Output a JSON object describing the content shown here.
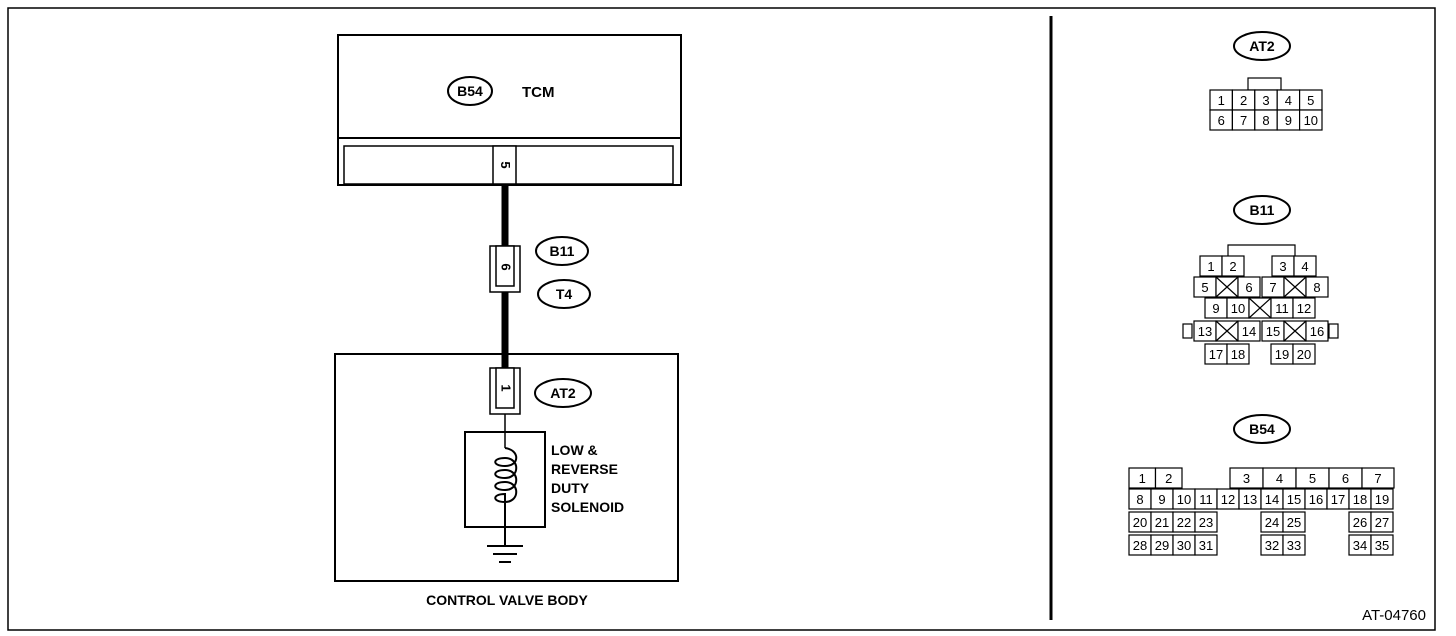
{
  "diagram_id": "AT-04760",
  "tcm": {
    "connector": "B54",
    "label": "TCM",
    "pin": "5"
  },
  "harness": {
    "connector": "B11",
    "alt_connector": "T4",
    "pin": "6"
  },
  "control_valve_body": {
    "label": "CONTROL VALVE BODY",
    "connector": "AT2",
    "pin": "1",
    "solenoid_lines": [
      "LOW &",
      "REVERSE",
      "DUTY",
      "SOLENOID"
    ]
  },
  "connector_views": {
    "at2": {
      "label": "AT2",
      "rows": [
        [
          "1",
          "2",
          "3",
          "4",
          "5"
        ],
        [
          "6",
          "7",
          "8",
          "9",
          "10"
        ]
      ]
    },
    "b11": {
      "label": "B11",
      "pins": [
        "1",
        "2",
        "3",
        "4",
        "5",
        "6",
        "7",
        "8",
        "9",
        "10",
        "11",
        "12",
        "13",
        "14",
        "15",
        "16",
        "17",
        "18",
        "19",
        "20"
      ]
    },
    "b54": {
      "label": "B54",
      "row1": [
        "1",
        "2",
        "3",
        "4",
        "5",
        "6",
        "7"
      ],
      "row2": [
        "8",
        "9",
        "10",
        "11",
        "12",
        "13",
        "14",
        "15",
        "16",
        "17",
        "18",
        "19"
      ],
      "row3": [
        "20",
        "21",
        "22",
        "23",
        "24",
        "25",
        "26",
        "27"
      ],
      "row4": [
        "28",
        "29",
        "30",
        "31",
        "32",
        "33",
        "34",
        "35"
      ]
    }
  }
}
